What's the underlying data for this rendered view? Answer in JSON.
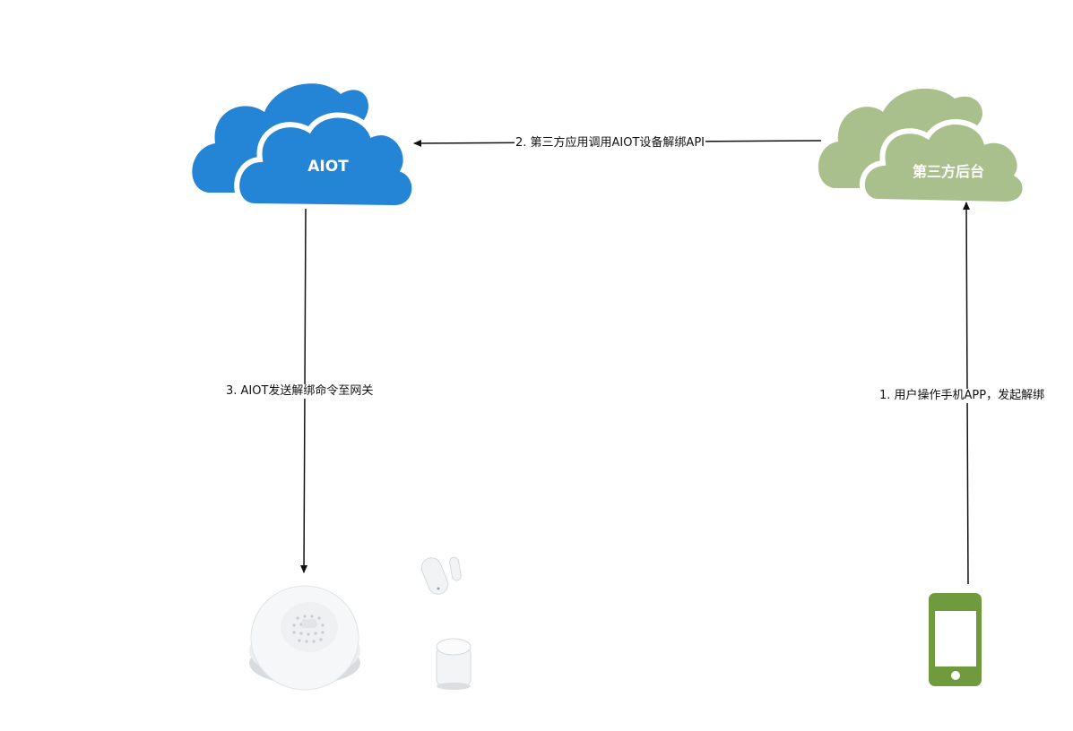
{
  "nodes": {
    "aiot_cloud": {
      "label": "AIOT",
      "color": "#2484d6",
      "icon": "cloud-icon"
    },
    "third_party_cloud": {
      "label": "第三方后台",
      "color": "#a9c08c",
      "icon": "cloud-icon"
    },
    "gateway": {
      "icon": "gateway-device-icon"
    },
    "door_sensor": {
      "icon": "door-window-sensor-icon"
    },
    "motion_sensor": {
      "icon": "motion-sensor-icon"
    },
    "phone": {
      "icon": "smartphone-icon",
      "color": "#6f9a3e"
    }
  },
  "edges": {
    "step1": {
      "label": "1. 用户操作手机APP，发起解绑"
    },
    "step2": {
      "label": "2. 第三方应用调用AIOT设备解绑API"
    },
    "step3": {
      "label": "3. AIOT发送解绑命令至网关"
    }
  }
}
